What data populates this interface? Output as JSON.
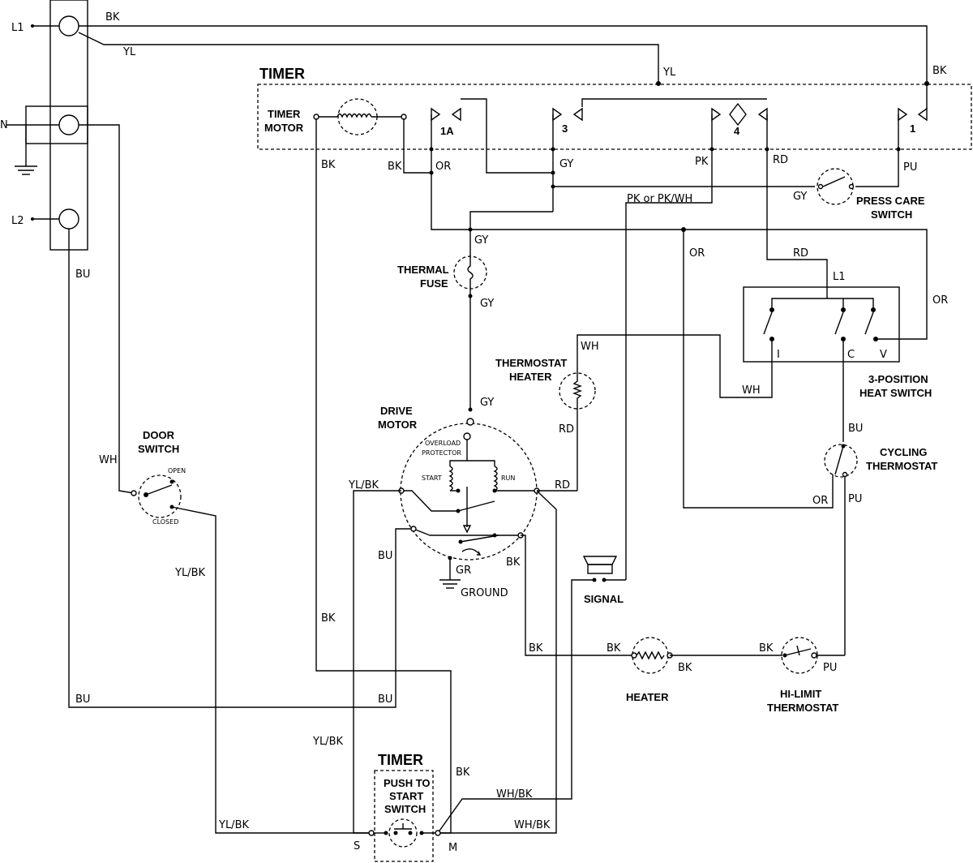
{
  "diagram": {
    "terminals": {
      "l1": "L1",
      "n": "N",
      "l2": "L2"
    },
    "wires": {
      "bk_top": "BK",
      "yl_l1": "YL",
      "yl_timer": "YL",
      "bk_right": "BK",
      "bk_motor": "BK",
      "bk_1a": "BK",
      "or_1a": "OR",
      "gy_3": "GY",
      "pk_4": "PK",
      "rd_timer": "RD",
      "pu_1": "PU",
      "pk_or": "PK or PK/WH",
      "gy_press": "GY",
      "gy_fuse_top": "GY",
      "gy_fuse_bot": "GY",
      "or_mid": "OR",
      "rd_l1": "RD",
      "or_right": "OR",
      "wh_therm": "WH",
      "rd_therm": "RD",
      "wh_switch": "WH",
      "bu_left": "BU",
      "wh_door": "WH",
      "yl_bk_door": "YL/BK",
      "gy_drive": "GY",
      "yl_bk_motor": "YL/BK",
      "rd_motor": "RD",
      "bu_motor": "BU",
      "bk_motor_bot": "BK",
      "gr": "GR",
      "bu_cyc": "BU",
      "or_cyc": "OR",
      "pu_cyc": "PU",
      "bk_long": "BK",
      "bu_bottom_left": "BU",
      "bu_bottom_mid": "BU",
      "bk_heater_l": "BK",
      "bk_heater_in": "BK",
      "bk_heater_out": "BK",
      "bk_hilimit": "BK",
      "pu_hilimit": "PU",
      "yl_bk_left": "YL/BK",
      "bk_push": "BK",
      "wh_bk_upper": "WH/BK",
      "yl_bk_bottom": "YL/BK",
      "wh_bk_bottom": "WH/BK"
    },
    "timer": {
      "title": "TIMER",
      "motor_label_1": "TIMER",
      "motor_label_2": "MOTOR",
      "contact_1a": "1A",
      "contact_3": "3",
      "contact_4": "4",
      "contact_1": "1"
    },
    "components": {
      "press_care_1": "PRESS CARE",
      "press_care_2": "SWITCH",
      "thermal_fuse_1": "THERMAL",
      "thermal_fuse_2": "FUSE",
      "therm_heater_1": "THERMOSTAT",
      "therm_heater_2": "HEATER",
      "heat_switch_1": "3-POSITION",
      "heat_switch_2": "HEAT  SWITCH",
      "heat_switch_l1": "L1",
      "heat_switch_i": "I",
      "heat_switch_c": "C",
      "heat_switch_v": "V",
      "drive_motor_1": "DRIVE",
      "drive_motor_2": "MOTOR",
      "overload_1": "OVERLOAD",
      "overload_2": "PROTECTOR",
      "start": "START",
      "run": "RUN",
      "door_switch_1": "DOOR",
      "door_switch_2": "SWITCH",
      "door_open": "OPEN",
      "door_closed": "CLOSED",
      "cycling_1": "CYCLING",
      "cycling_2": "THERMOSTAT",
      "ground": "GROUND",
      "signal": "SIGNAL",
      "heater": "HEATER",
      "hilimit_1": "HI-LIMIT",
      "hilimit_2": "THERMOSTAT",
      "push_timer": "TIMER",
      "push_1": "PUSH  TO",
      "push_2": "START",
      "push_3": "SWITCH",
      "push_s": "S",
      "push_m": "M"
    }
  }
}
